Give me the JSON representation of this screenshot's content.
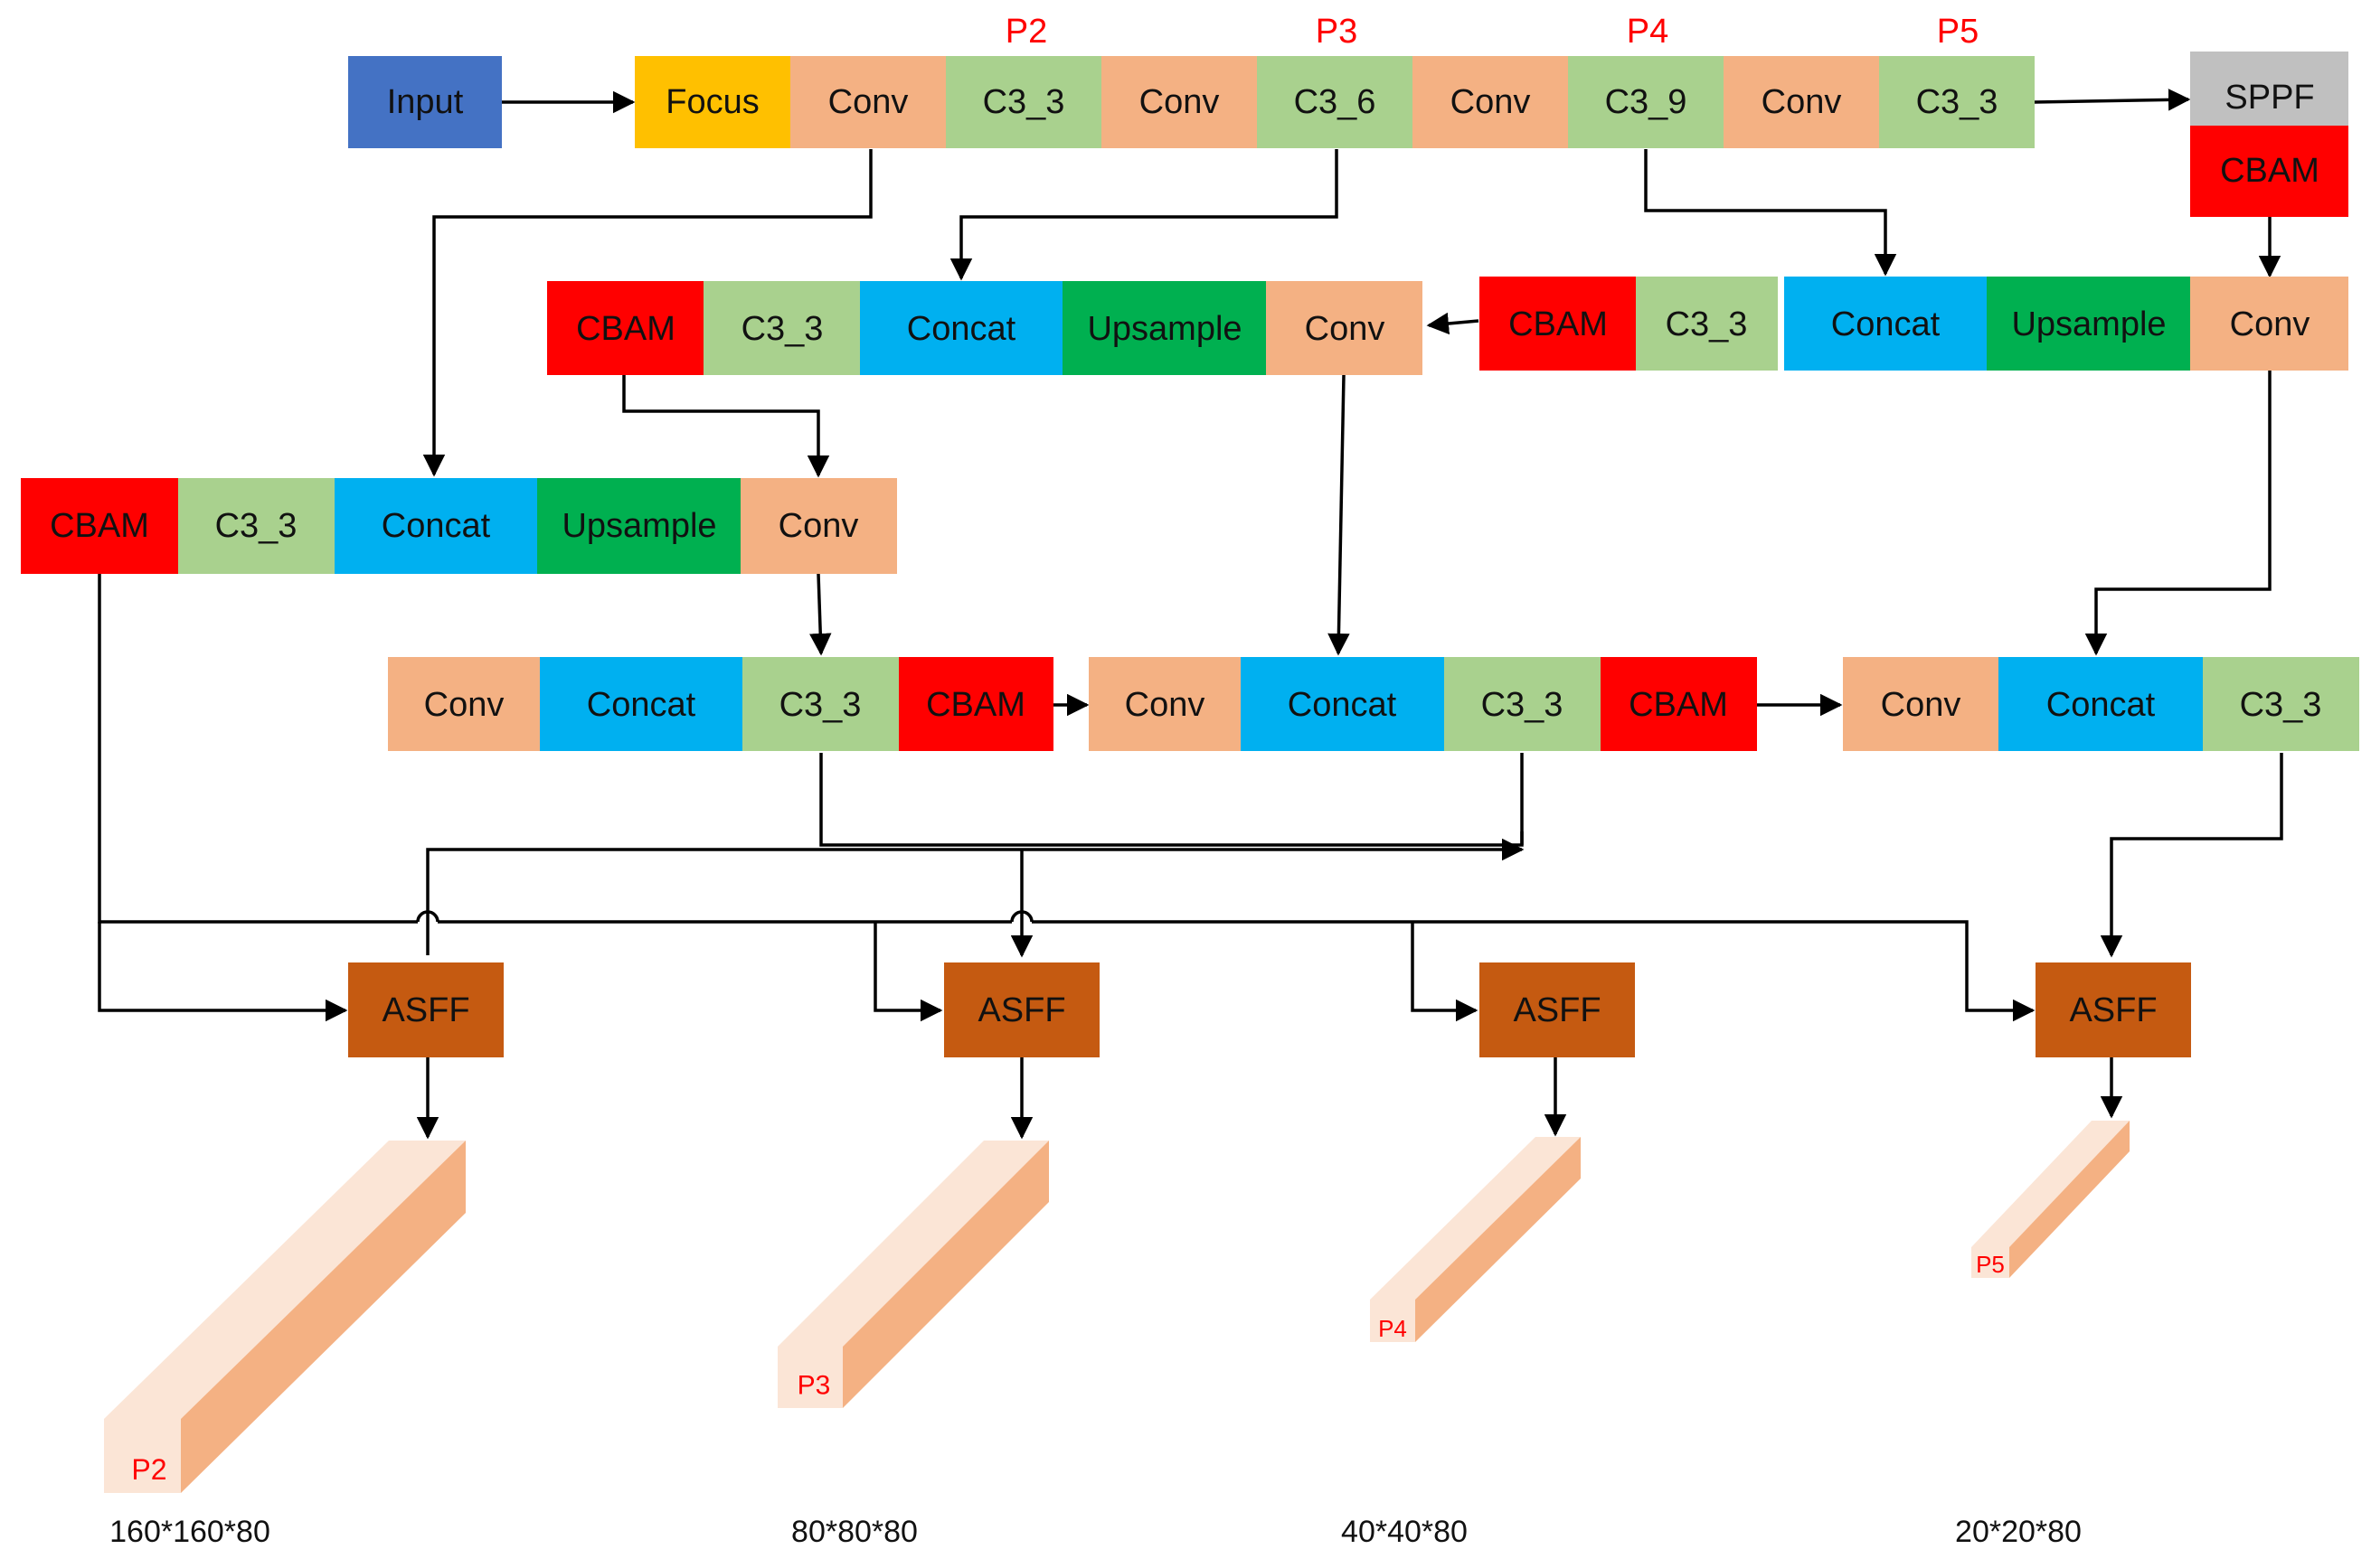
{
  "colors": {
    "input": "#4472c4",
    "focus": "#ffc000",
    "conv": "#f4b183",
    "c3": "#a9d18e",
    "concat": "#00b0f0",
    "upsample": "#00b050",
    "cbam": "#ff0000",
    "sppf": "#c0c0c0",
    "asff": "#c55a11",
    "output_light": "#fbe5d6",
    "output_dark": "#f4b183",
    "level_label": "#ff0000",
    "wire": "#000000"
  },
  "level_labels": [
    "P2",
    "P3",
    "P4",
    "P5"
  ],
  "backbone": {
    "input": "Input",
    "blocks": [
      "Focus",
      "Conv",
      "C3_3",
      "Conv",
      "C3_6",
      "Conv",
      "C3_9",
      "Conv",
      "C3_3"
    ],
    "sppf": "SPPF",
    "cbam": "CBAM"
  },
  "neck_top_left": [
    "CBAM",
    "C3_3",
    "Concat",
    "Upsample",
    "Conv"
  ],
  "neck_top_right": [
    "CBAM",
    "C3_3",
    "Concat",
    "Upsample",
    "Conv"
  ],
  "neck_mid_left": [
    "CBAM",
    "C3_3",
    "Concat",
    "Upsample",
    "Conv"
  ],
  "pan": {
    "group1": [
      "Conv",
      "Concat",
      "C3_3",
      "CBAM"
    ],
    "group2": [
      "Conv",
      "Concat",
      "C3_3",
      "CBAM"
    ],
    "group3": [
      "Conv",
      "Concat",
      "C3_3"
    ]
  },
  "heads": {
    "asff_label": "ASFF",
    "outputs": [
      {
        "label": "P2",
        "dims": "160*160*80"
      },
      {
        "label": "P3",
        "dims": "80*80*80"
      },
      {
        "label": "P4",
        "dims": "40*40*80"
      },
      {
        "label": "P5",
        "dims": "20*20*80"
      }
    ]
  }
}
